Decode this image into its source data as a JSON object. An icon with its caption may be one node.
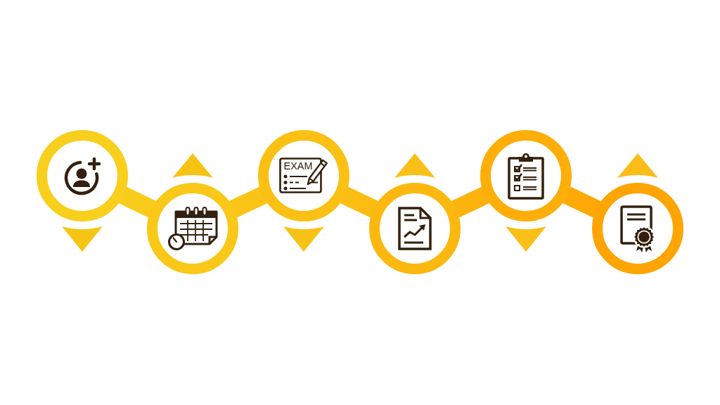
{
  "diagram": {
    "nodes": [
      {
        "text": [],
        "shape": "circle"
      },
      {
        "text": [],
        "shape": "circle"
      },
      {
        "text": [
          "EXAM"
        ]
      },
      {
        "text": [],
        "shape": "circle"
      },
      {
        "text": [],
        "shape": "circle"
      },
      {
        "text": [],
        "shape": "circle"
      }
    ],
    "edges": [
      {
        "from": 0,
        "to": 1,
        "arrow": "none"
      },
      {
        "from": 1,
        "to": 2,
        "arrow": "none"
      },
      {
        "from": 2,
        "to": 3,
        "arrow": "none"
      },
      {
        "from": 3,
        "to": 4,
        "arrow": "none"
      },
      {
        "from": 4,
        "to": 5,
        "arrow": "none"
      }
    ]
  }
}
